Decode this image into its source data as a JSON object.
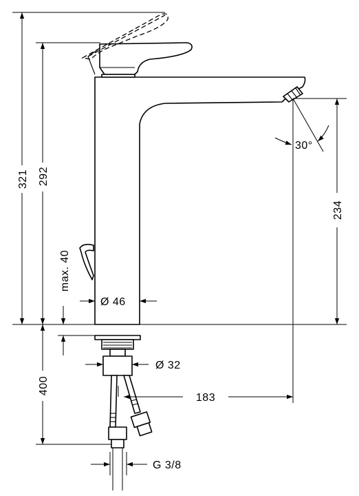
{
  "drawing": {
    "type": "faucet-dimension-drawing",
    "dimensions": {
      "total_height": "321",
      "spout_height_top": "292",
      "outlet_height": "234",
      "max_counter_thickness": "max. 40",
      "spout_reach": "183",
      "body_diameter": "Ø 46",
      "shank_diameter": "Ø 32",
      "hose_length": "400",
      "connection_thread": "G 3/8",
      "spray_angle": "30°"
    },
    "colors": {
      "line": "#000000",
      "background": "#ffffff"
    }
  }
}
